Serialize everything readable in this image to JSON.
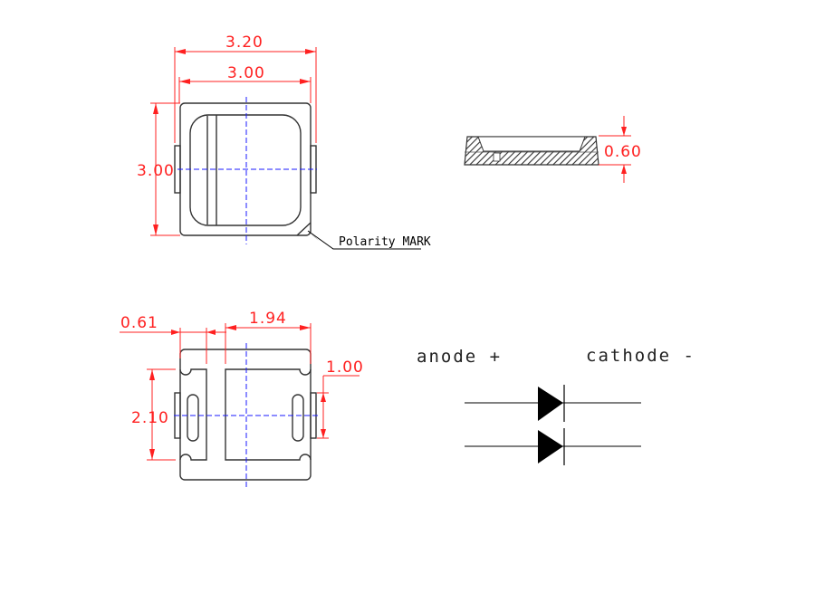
{
  "top_view": {
    "width_overall": "3.20",
    "width_body": "3.00",
    "height": "3.00",
    "polarity_label": "Polarity MARK"
  },
  "side_view": {
    "thickness": "0.60"
  },
  "bottom_view": {
    "pad_left_width": "0.61",
    "pad_right_width": "1.94",
    "pad_height": "2.10",
    "slot_height": "1.00"
  },
  "schematic": {
    "anode_label": "anode +",
    "cathode_label": "cathode -"
  },
  "colors": {
    "dimension": "#ff2020",
    "centerline": "#1a1aff",
    "outline": "#333333"
  }
}
